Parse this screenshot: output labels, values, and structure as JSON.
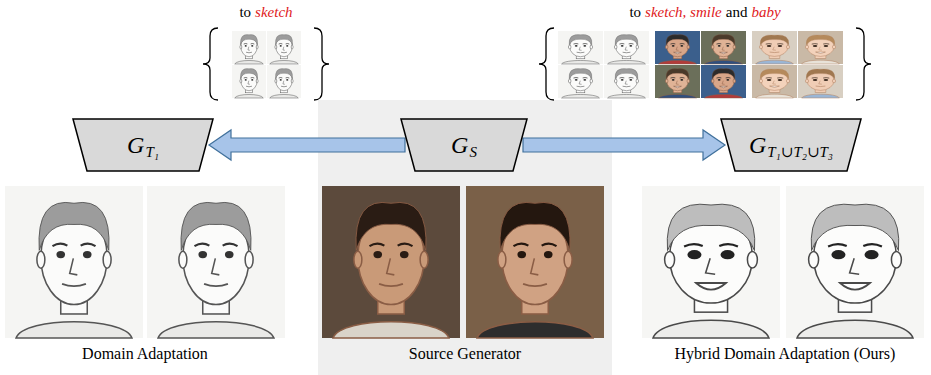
{
  "diagram": {
    "nodes": [
      {
        "text": [
          "G",
          "T₁"
        ]
      },
      {
        "text": [
          "G",
          "S"
        ]
      },
      {
        "text": [
          "G",
          "T₁∪T₂∪T₃"
        ]
      }
    ],
    "edges": [
      {
        "from": 1,
        "to": 0,
        "arrow": "to"
      },
      {
        "from": 1,
        "to": 2,
        "arrow": "to"
      }
    ],
    "labels": [
      "to",
      "sketch",
      "to",
      "sketch, smile",
      "and",
      "baby",
      "Domain Adaptation",
      "Source Generator",
      "Hybrid Domain Adaptation (Ours)"
    ]
  }
}
